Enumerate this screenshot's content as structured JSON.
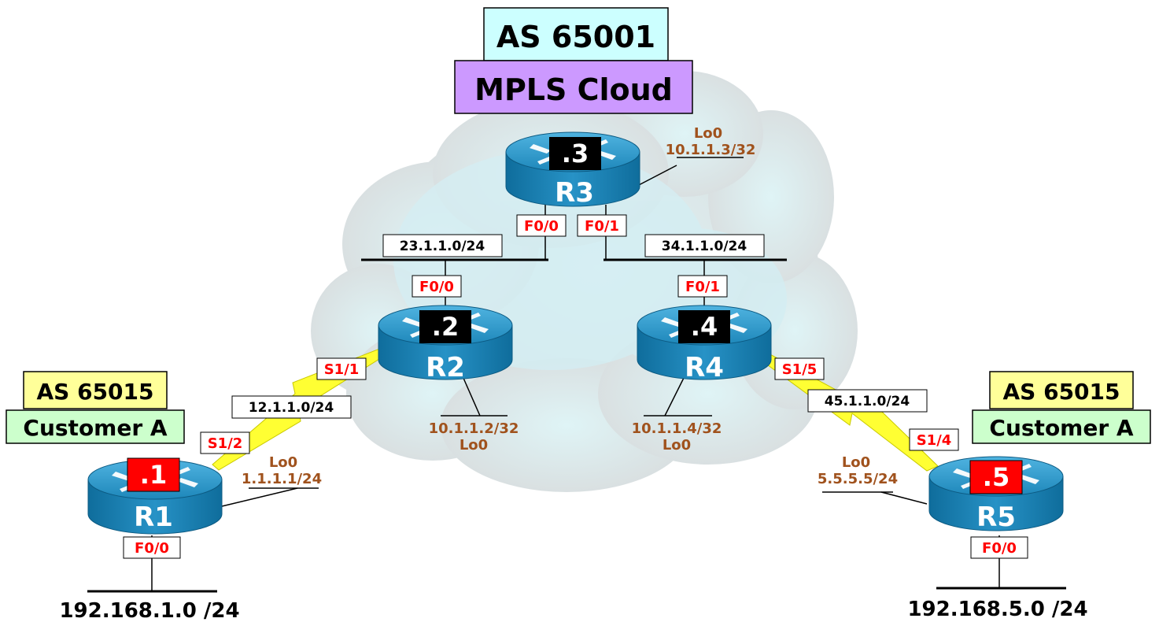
{
  "mpls_as": {
    "as_label": "AS 65001",
    "cloud_label": "MPLS Cloud"
  },
  "customer_left": {
    "as_label": "AS 65015",
    "name": "Customer A"
  },
  "customer_right": {
    "as_label": "AS 65015",
    "name": "Customer A"
  },
  "routers": {
    "r1": {
      "name": "R1",
      "host": ".1"
    },
    "r2": {
      "name": "R2",
      "host": ".2"
    },
    "r3": {
      "name": "R3",
      "host": ".3"
    },
    "r4": {
      "name": "R4",
      "host": ".4"
    },
    "r5": {
      "name": "R5",
      "host": ".5"
    }
  },
  "interfaces": {
    "r3_f00": "F0/0",
    "r3_f01": "F0/1",
    "r2_f00": "F0/0",
    "r4_f01": "F0/1",
    "r2_s11": "S1/1",
    "r1_s12": "S1/2",
    "r4_s15": "S1/5",
    "r5_s14": "S1/4",
    "r1_f00": "F0/0",
    "r5_f00": "F0/0"
  },
  "subnets": {
    "r2_r3": "23.1.1.0/24",
    "r3_r4": "34.1.1.0/24",
    "r1_r2": "12.1.1.0/24",
    "r4_r5": "45.1.1.0/24"
  },
  "loopbacks": {
    "r3": {
      "name": "Lo0",
      "address": "10.1.1.3/32"
    },
    "r2": {
      "name": "Lo0",
      "address": "10.1.1.2/32"
    },
    "r4": {
      "name": "Lo0",
      "address": "10.1.1.4/32"
    },
    "r1": {
      "name": "Lo0",
      "address": "1.1.1.1/24"
    },
    "r5": {
      "name": "Lo0",
      "address": "5.5.5.5/24"
    }
  },
  "lans": {
    "r1": "192.168.1.0 /24",
    "r5": "192.168.5.0 /24"
  },
  "colors": {
    "router_blue": "#1f86b8",
    "mpls_as_bg": "#ccffff",
    "mpls_cloud_bg": "#cc99ff",
    "customer_as_bg": "#ffff99",
    "customer_name_bg": "#ccffcc",
    "interface_text": "#ff0000",
    "loopback_text": "#a0521d",
    "core_host_bg": "#000000",
    "edge_host_bg": "#ff0000",
    "serial_link": "#ffff33"
  }
}
